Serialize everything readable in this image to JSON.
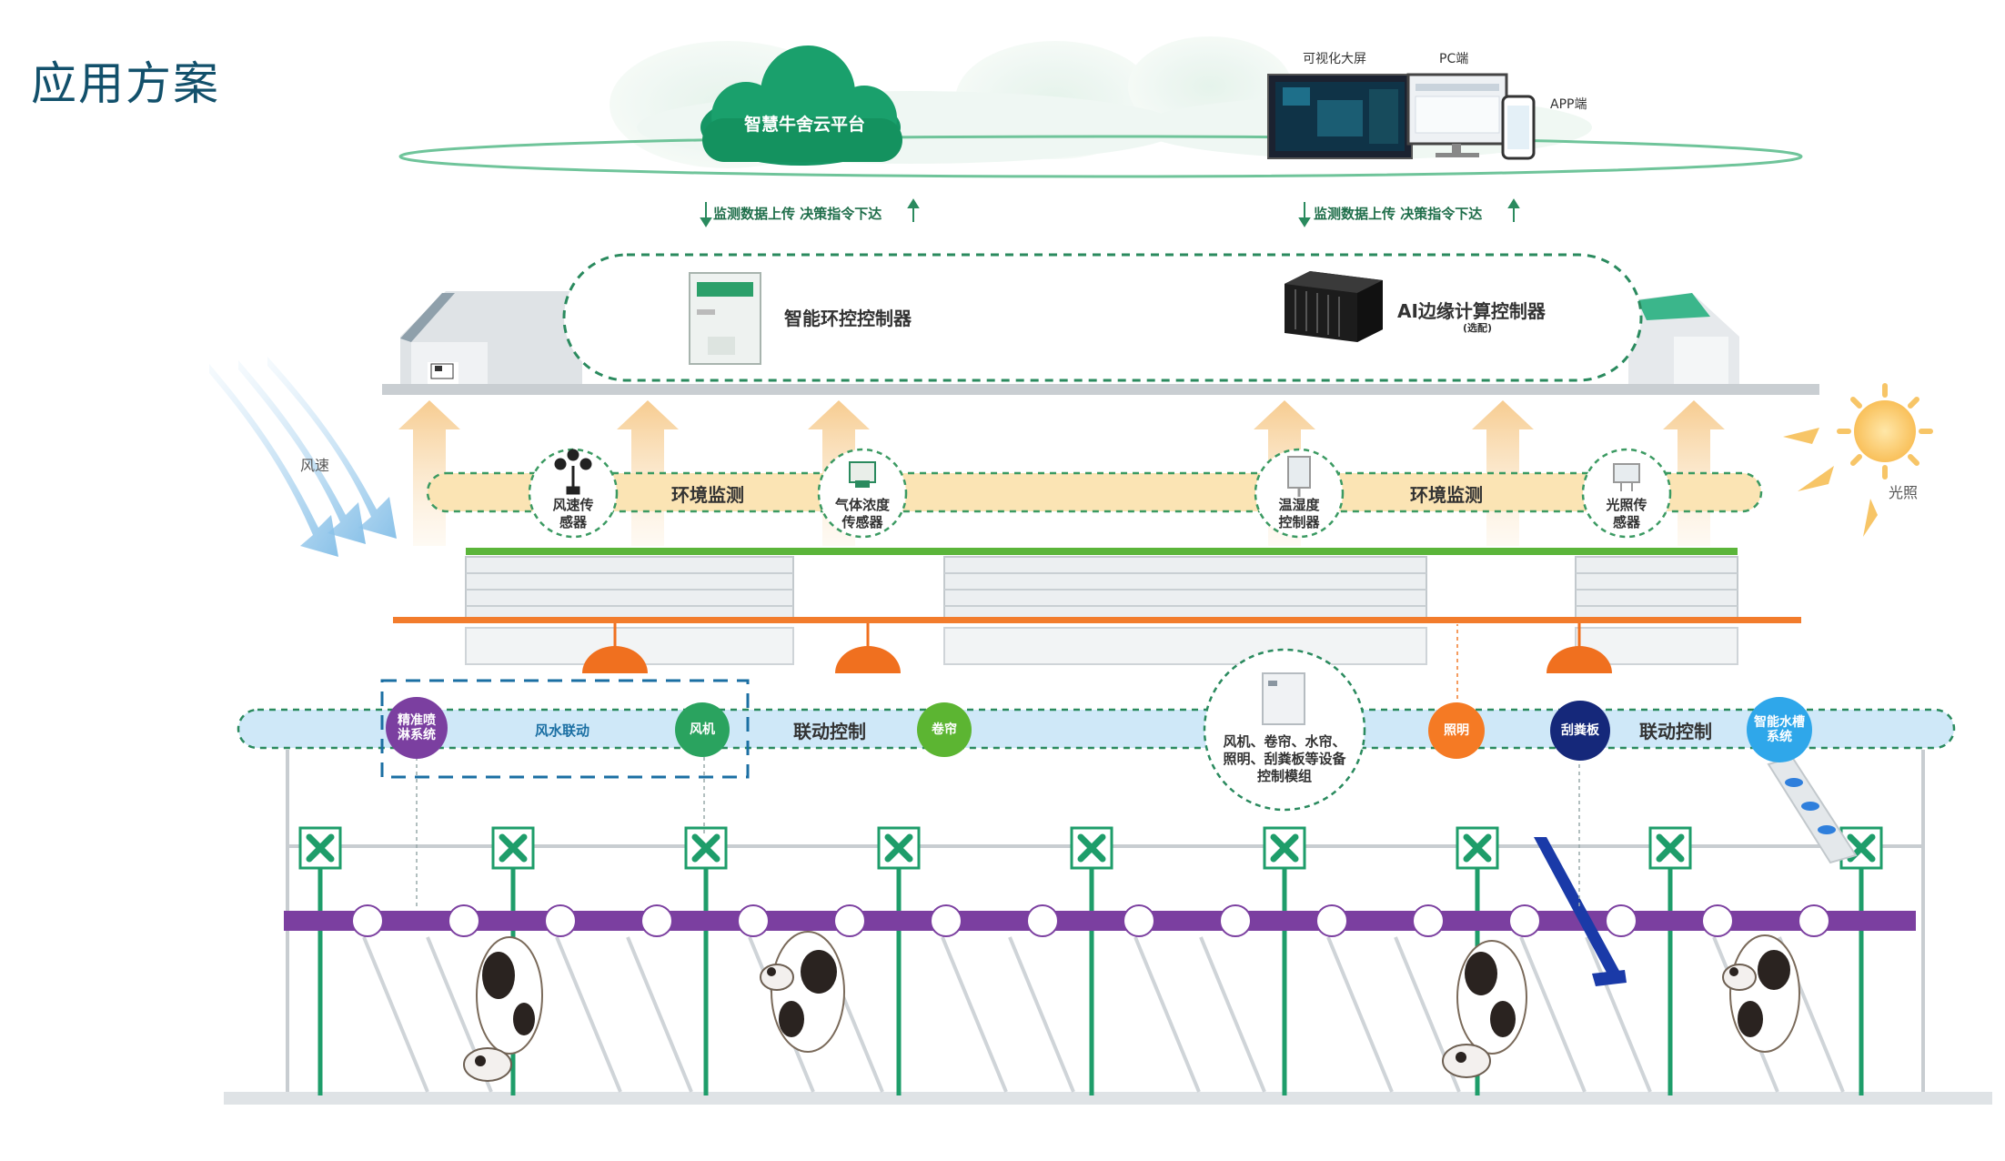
{
  "page": {
    "title": "应用方案"
  },
  "cloud": {
    "platform": "智慧牛舍云平台",
    "screen_label": "可视化大屏",
    "pc_label": "PC端",
    "app_label": "APP端"
  },
  "flows": [
    {
      "label": "监测数据上传 决策指令下达"
    },
    {
      "label": "监测数据上传 决策指令下达"
    }
  ],
  "controllers": {
    "env": "智能环控控制器",
    "ai": "AI边缘计算控制器",
    "ai_note": "(选配)"
  },
  "monitoring": {
    "title_left": "环境监测",
    "title_right": "环境监测",
    "sensors": [
      "风速传感器",
      "气体浓度传感器",
      "温湿度控制器",
      "光照传感器"
    ],
    "wind": "风速",
    "light": "光照"
  },
  "linkage": {
    "title_left": "联动控制",
    "title_right": "联动控制",
    "spray": "精准喷淋系统",
    "fan_water": "风水联动",
    "fan": "风机",
    "curtain": "卷帘",
    "module": "风机、卷帘、水帘、照明、刮粪板等设备控制模组",
    "lighting": "照明",
    "scraper": "刮粪板",
    "water_trough": "智能水槽系统"
  },
  "colors": {
    "brand_green": "#1f9d6f",
    "monitor_band": "#fbe4b4",
    "linkage_band": "#cfe8f8",
    "spray_purple": "#7b3fa0",
    "fan_green": "#2aa35f",
    "curtain_green": "#5cb532",
    "lighting_orange": "#f57a24",
    "scraper_navy": "#15287a",
    "trough_blue": "#2fa7ea"
  }
}
